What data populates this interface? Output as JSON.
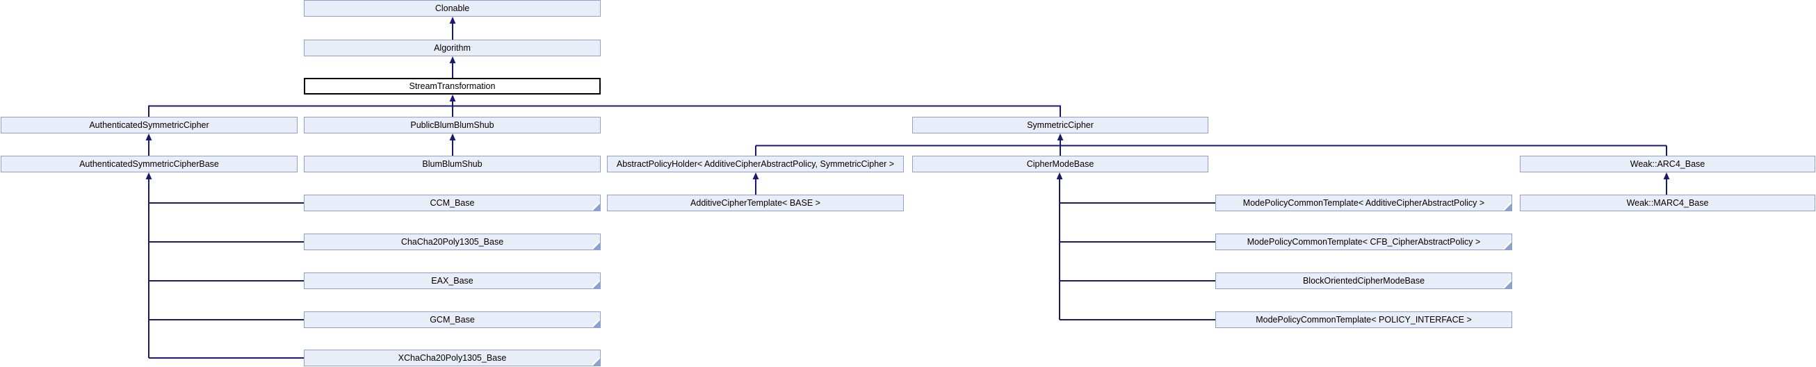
{
  "diagram": {
    "kind": "class-inheritance-graph",
    "colors": {
      "node_fill": "#E8EDF7",
      "node_border": "#8DA1CF",
      "current_node_fill": "#FFFFFF",
      "current_node_border": "#000000",
      "edge": "#191970",
      "text": "#000000",
      "background": "#FFFFFF"
    },
    "icons": {
      "folded_corner": "truncated-subtree-marker"
    },
    "nodes": [
      {
        "id": "clonable",
        "label": "Clonable"
      },
      {
        "id": "algorithm",
        "label": "Algorithm"
      },
      {
        "id": "stream-transformation",
        "label": "StreamTransformation",
        "current": true
      },
      {
        "id": "authenticated-symmetric-cipher",
        "label": "AuthenticatedSymmetricCipher"
      },
      {
        "id": "public-blum-blum-shub",
        "label": "PublicBlumBlumShub"
      },
      {
        "id": "symmetric-cipher",
        "label": "SymmetricCipher"
      },
      {
        "id": "authenticated-symmetric-cipher-base",
        "label": "AuthenticatedSymmetricCipherBase"
      },
      {
        "id": "blum-blum-shub",
        "label": "BlumBlumShub"
      },
      {
        "id": "abstract-policy-holder",
        "label": "AbstractPolicyHolder< AdditiveCipherAbstractPolicy, SymmetricCipher >"
      },
      {
        "id": "cipher-mode-base",
        "label": "CipherModeBase"
      },
      {
        "id": "weak-arc4-base",
        "label": "Weak::ARC4_Base"
      },
      {
        "id": "ccm-base",
        "label": "CCM_Base",
        "truncated": true
      },
      {
        "id": "additive-cipher-template",
        "label": "AdditiveCipherTemplate< BASE >"
      },
      {
        "id": "mode-policy-common-template-additive",
        "label": "ModePolicyCommonTemplate< AdditiveCipherAbstractPolicy >",
        "truncated": true
      },
      {
        "id": "weak-marc4-base",
        "label": "Weak::MARC4_Base"
      },
      {
        "id": "chacha20poly1305-base",
        "label": "ChaCha20Poly1305_Base",
        "truncated": true
      },
      {
        "id": "mode-policy-common-template-cfb",
        "label": "ModePolicyCommonTemplate< CFB_CipherAbstractPolicy >",
        "truncated": true
      },
      {
        "id": "eax-base",
        "label": "EAX_Base",
        "truncated": true
      },
      {
        "id": "block-oriented-cipher-mode-base",
        "label": "BlockOrientedCipherModeBase",
        "truncated": true
      },
      {
        "id": "gcm-base",
        "label": "GCM_Base",
        "truncated": true
      },
      {
        "id": "mode-policy-common-template-policy-interface",
        "label": "ModePolicyCommonTemplate< POLICY_INTERFACE >"
      },
      {
        "id": "xchacha20poly1305-base",
        "label": "XChaCha20Poly1305_Base",
        "truncated": true
      }
    ]
  }
}
